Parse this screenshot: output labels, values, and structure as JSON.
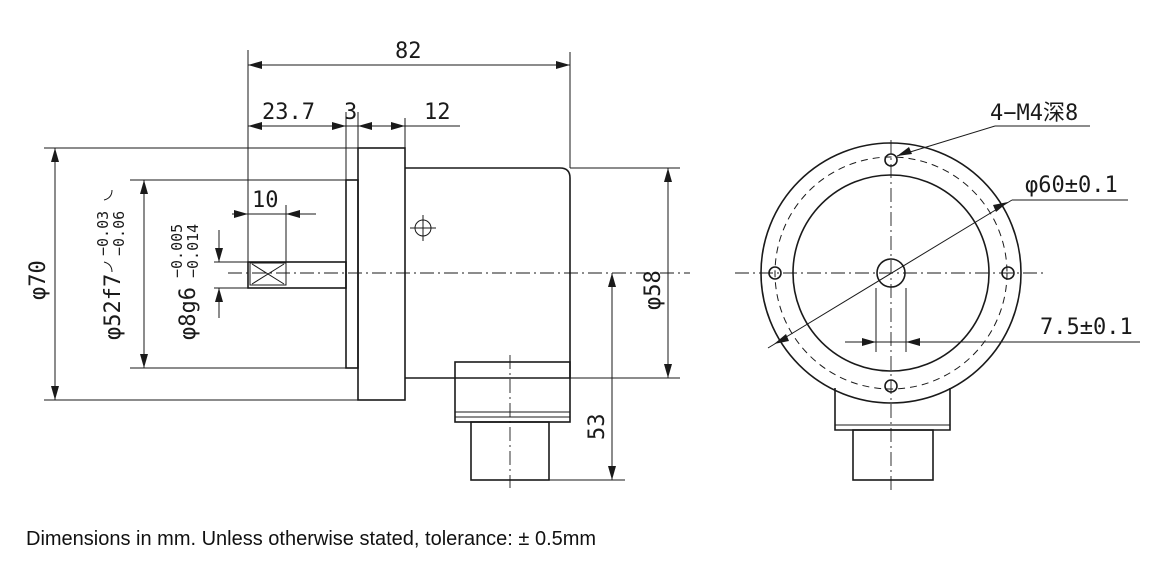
{
  "side_view": {
    "dim_overall_length": "82",
    "dim_shaft_length": "23.7",
    "dim_flange_thickness": "3",
    "dim_body_offset": "12",
    "dim_key_length": "10",
    "dim_flange_dia": "φ70",
    "dim_pilot_dia": "φ52f7",
    "dim_pilot_tol_upper": "−0.03",
    "dim_pilot_tol_lower": "−0.06",
    "dim_shaft_dia": "φ8g6",
    "dim_shaft_tol_upper": "−0.005",
    "dim_shaft_tol_lower": "−0.014",
    "dim_body_dia": "φ58",
    "dim_connector_height": "53"
  },
  "front_view": {
    "dim_mount_holes": "4−M4深8",
    "dim_bolt_circle": "φ60±0.1",
    "dim_connector_offset": "7.5±0.1"
  },
  "note": "Dimensions in mm. Unless otherwise stated, tolerance: ± 0.5mm"
}
